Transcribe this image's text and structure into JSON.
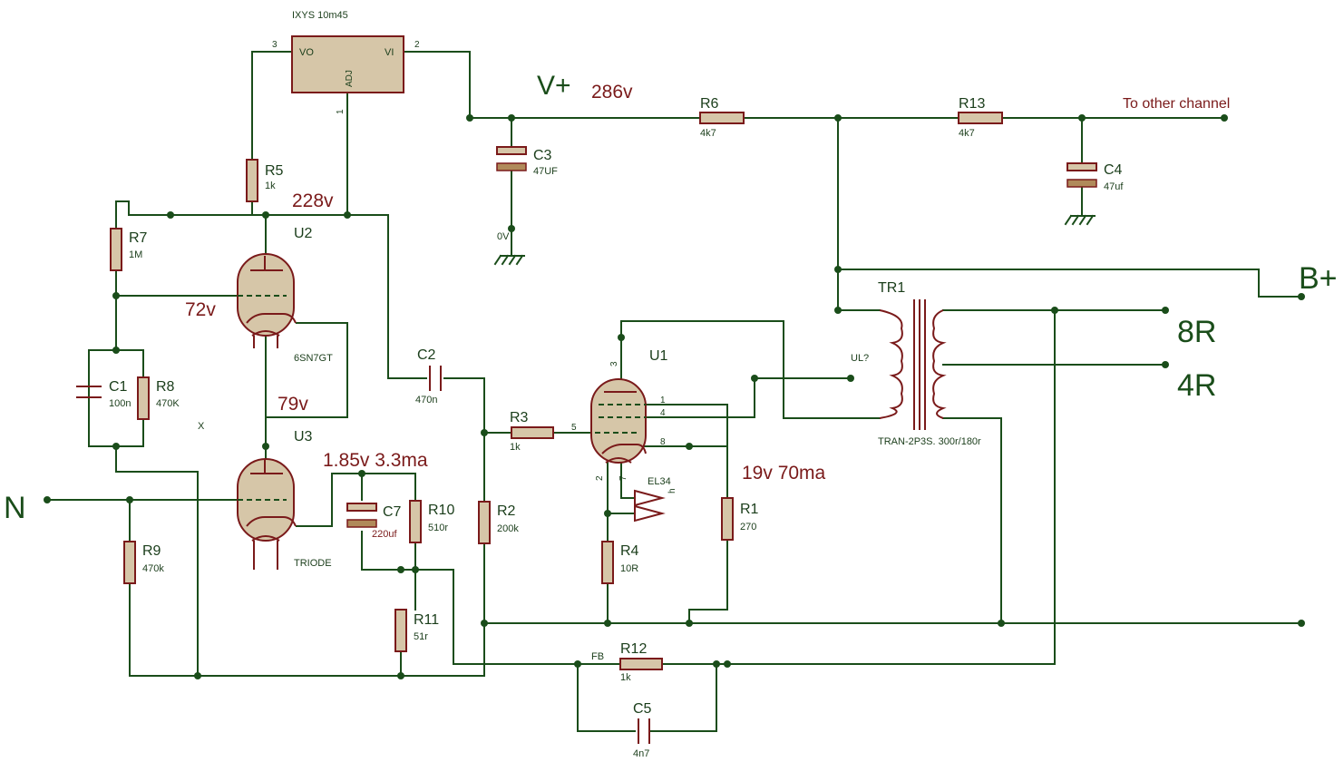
{
  "regulator": {
    "name": "IXYS 10m45",
    "pin_vo": "VO",
    "pin_vi": "VI",
    "pin_adj": "ADJ",
    "pin3": "3",
    "pin2": "2",
    "pin1": "1"
  },
  "rails": {
    "vplus": "V+",
    "bplus": "B+",
    "other_channel": "To other channel",
    "zero_v": "0V"
  },
  "voltages": {
    "v286": "286v",
    "v228": "228v",
    "v72": "72v",
    "v79": "79v",
    "v185": "1.85v 3.3ma",
    "v19": "19v 70ma"
  },
  "resistors": [
    {
      "ref": "R1",
      "value": "270"
    },
    {
      "ref": "R2",
      "value": "200k"
    },
    {
      "ref": "R3",
      "value": "1k"
    },
    {
      "ref": "R4",
      "value": "10R"
    },
    {
      "ref": "R5",
      "value": "1k"
    },
    {
      "ref": "R6",
      "value": "4k7"
    },
    {
      "ref": "R7",
      "value": "1M"
    },
    {
      "ref": "R8",
      "value": "470K"
    },
    {
      "ref": "R9",
      "value": "470k"
    },
    {
      "ref": "R10",
      "value": "510r"
    },
    {
      "ref": "R11",
      "value": "51r"
    },
    {
      "ref": "R12",
      "value": "1k"
    },
    {
      "ref": "R13",
      "value": "4k7"
    }
  ],
  "capacitors": [
    {
      "ref": "C1",
      "value": "100n"
    },
    {
      "ref": "C2",
      "value": "470n"
    },
    {
      "ref": "C3",
      "value": "47UF"
    },
    {
      "ref": "C4",
      "value": "47uf"
    },
    {
      "ref": "C5",
      "value": "4n7"
    },
    {
      "ref": "C7",
      "value": "220uf"
    }
  ],
  "tubes": {
    "u1": {
      "ref": "U1",
      "type": "EL34",
      "heater": "h",
      "pins": [
        "3",
        "1",
        "4",
        "5",
        "8",
        "2",
        "7"
      ]
    },
    "u2": {
      "ref": "U2",
      "type": "6SN7GT"
    },
    "u3": {
      "ref": "U3",
      "type": "TRIODE"
    }
  },
  "transformer": {
    "ref": "TR1",
    "type": "TRAN-2P3S. 300r/180r",
    "ul": "UL?"
  },
  "outputs": {
    "r8": "8R",
    "r4": "4R",
    "input": "N"
  },
  "labels": {
    "fb": "FB",
    "x": "X"
  }
}
